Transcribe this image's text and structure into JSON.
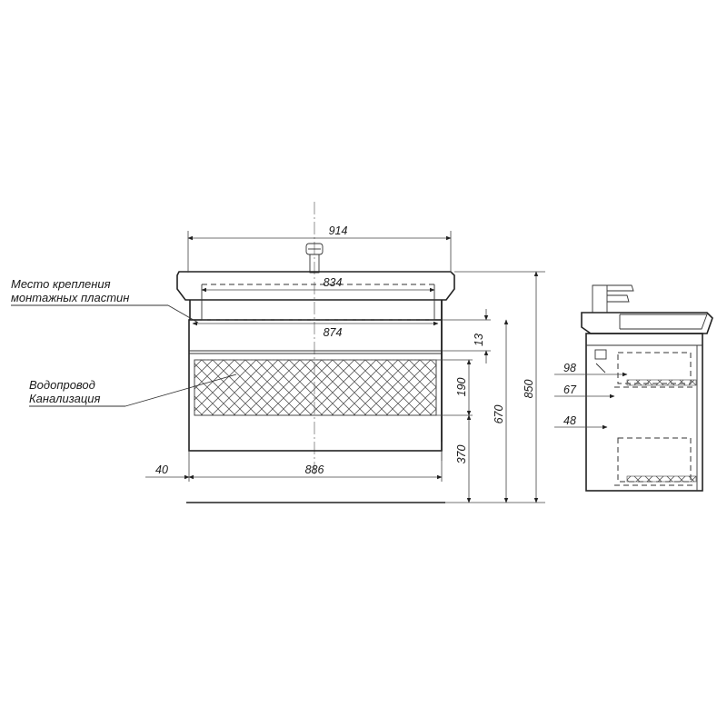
{
  "labels": {
    "mounting_line1": "Место крепления",
    "mounting_line2": "монтажных пластин",
    "plumbing_line1": "Водопровод",
    "plumbing_line2": "Канализация"
  },
  "front_dimensions": {
    "overall_width": "914",
    "plate_span": "834",
    "inner_span": "874",
    "cabinet_width": "886",
    "side_offset": "40"
  },
  "vertical_dimensions": {
    "gap": "13",
    "zone_height": "190",
    "zone_bottom": "370",
    "mount_height": "670",
    "total_height": "850"
  },
  "side_dimensions": {
    "depth_top": "98",
    "depth_mid": "67",
    "depth_low": "48"
  },
  "colors": {
    "line": "#222222",
    "background": "#ffffff"
  }
}
